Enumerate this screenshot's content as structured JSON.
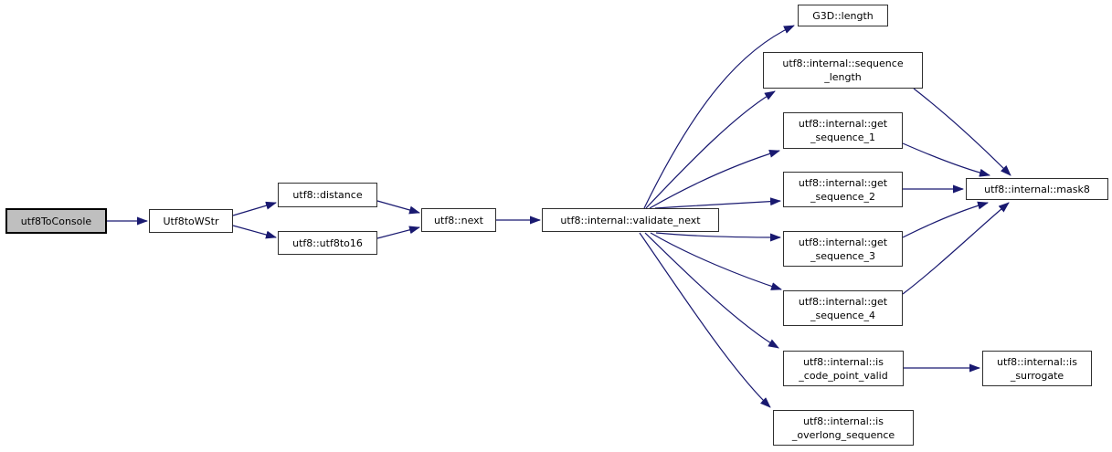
{
  "graph": {
    "kind": "call-graph",
    "colors": {
      "edge-color": "#191970",
      "node-fill": "#ffffff",
      "node-border": "#2f2f2f",
      "root-fill": "#bfbfbf",
      "background": "#ffffff"
    },
    "nodes": [
      {
        "id": "utf8ToConsole",
        "label": "utf8ToConsole",
        "root": true
      },
      {
        "id": "Utf8toWStr",
        "label": "Utf8toWStr"
      },
      {
        "id": "utf8::distance",
        "label": "utf8::distance"
      },
      {
        "id": "utf8::utf8to16",
        "label": "utf8::utf8to16"
      },
      {
        "id": "utf8::next",
        "label": "utf8::next"
      },
      {
        "id": "utf8::internal::validate_next",
        "label": "utf8::internal::validate_next"
      },
      {
        "id": "G3D::length",
        "label": "G3D::length"
      },
      {
        "id": "utf8::internal::sequence_length",
        "label": "utf8::internal::sequence\n_length"
      },
      {
        "id": "utf8::internal::get_sequence_1",
        "label": "utf8::internal::get\n_sequence_1"
      },
      {
        "id": "utf8::internal::get_sequence_2",
        "label": "utf8::internal::get\n_sequence_2"
      },
      {
        "id": "utf8::internal::get_sequence_3",
        "label": "utf8::internal::get\n_sequence_3"
      },
      {
        "id": "utf8::internal::get_sequence_4",
        "label": "utf8::internal::get\n_sequence_4"
      },
      {
        "id": "utf8::internal::is_code_point_valid",
        "label": "utf8::internal::is\n_code_point_valid"
      },
      {
        "id": "utf8::internal::is_overlong_sequence",
        "label": "utf8::internal::is\n_overlong_sequence"
      },
      {
        "id": "utf8::internal::mask8",
        "label": "utf8::internal::mask8"
      },
      {
        "id": "utf8::internal::is_surrogate",
        "label": "utf8::internal::is\n_surrogate"
      }
    ],
    "edges": [
      {
        "from": "utf8ToConsole",
        "to": "Utf8toWStr"
      },
      {
        "from": "Utf8toWStr",
        "to": "utf8::distance"
      },
      {
        "from": "Utf8toWStr",
        "to": "utf8::utf8to16"
      },
      {
        "from": "utf8::distance",
        "to": "utf8::next"
      },
      {
        "from": "utf8::utf8to16",
        "to": "utf8::next"
      },
      {
        "from": "utf8::next",
        "to": "utf8::internal::validate_next"
      },
      {
        "from": "utf8::internal::validate_next",
        "to": "G3D::length"
      },
      {
        "from": "utf8::internal::validate_next",
        "to": "utf8::internal::sequence_length"
      },
      {
        "from": "utf8::internal::validate_next",
        "to": "utf8::internal::get_sequence_1"
      },
      {
        "from": "utf8::internal::validate_next",
        "to": "utf8::internal::get_sequence_2"
      },
      {
        "from": "utf8::internal::validate_next",
        "to": "utf8::internal::get_sequence_3"
      },
      {
        "from": "utf8::internal::validate_next",
        "to": "utf8::internal::get_sequence_4"
      },
      {
        "from": "utf8::internal::validate_next",
        "to": "utf8::internal::is_code_point_valid"
      },
      {
        "from": "utf8::internal::validate_next",
        "to": "utf8::internal::is_overlong_sequence"
      },
      {
        "from": "utf8::internal::sequence_length",
        "to": "utf8::internal::mask8"
      },
      {
        "from": "utf8::internal::get_sequence_1",
        "to": "utf8::internal::mask8"
      },
      {
        "from": "utf8::internal::get_sequence_2",
        "to": "utf8::internal::mask8"
      },
      {
        "from": "utf8::internal::get_sequence_3",
        "to": "utf8::internal::mask8"
      },
      {
        "from": "utf8::internal::get_sequence_4",
        "to": "utf8::internal::mask8"
      },
      {
        "from": "utf8::internal::is_code_point_valid",
        "to": "utf8::internal::is_surrogate"
      }
    ]
  }
}
